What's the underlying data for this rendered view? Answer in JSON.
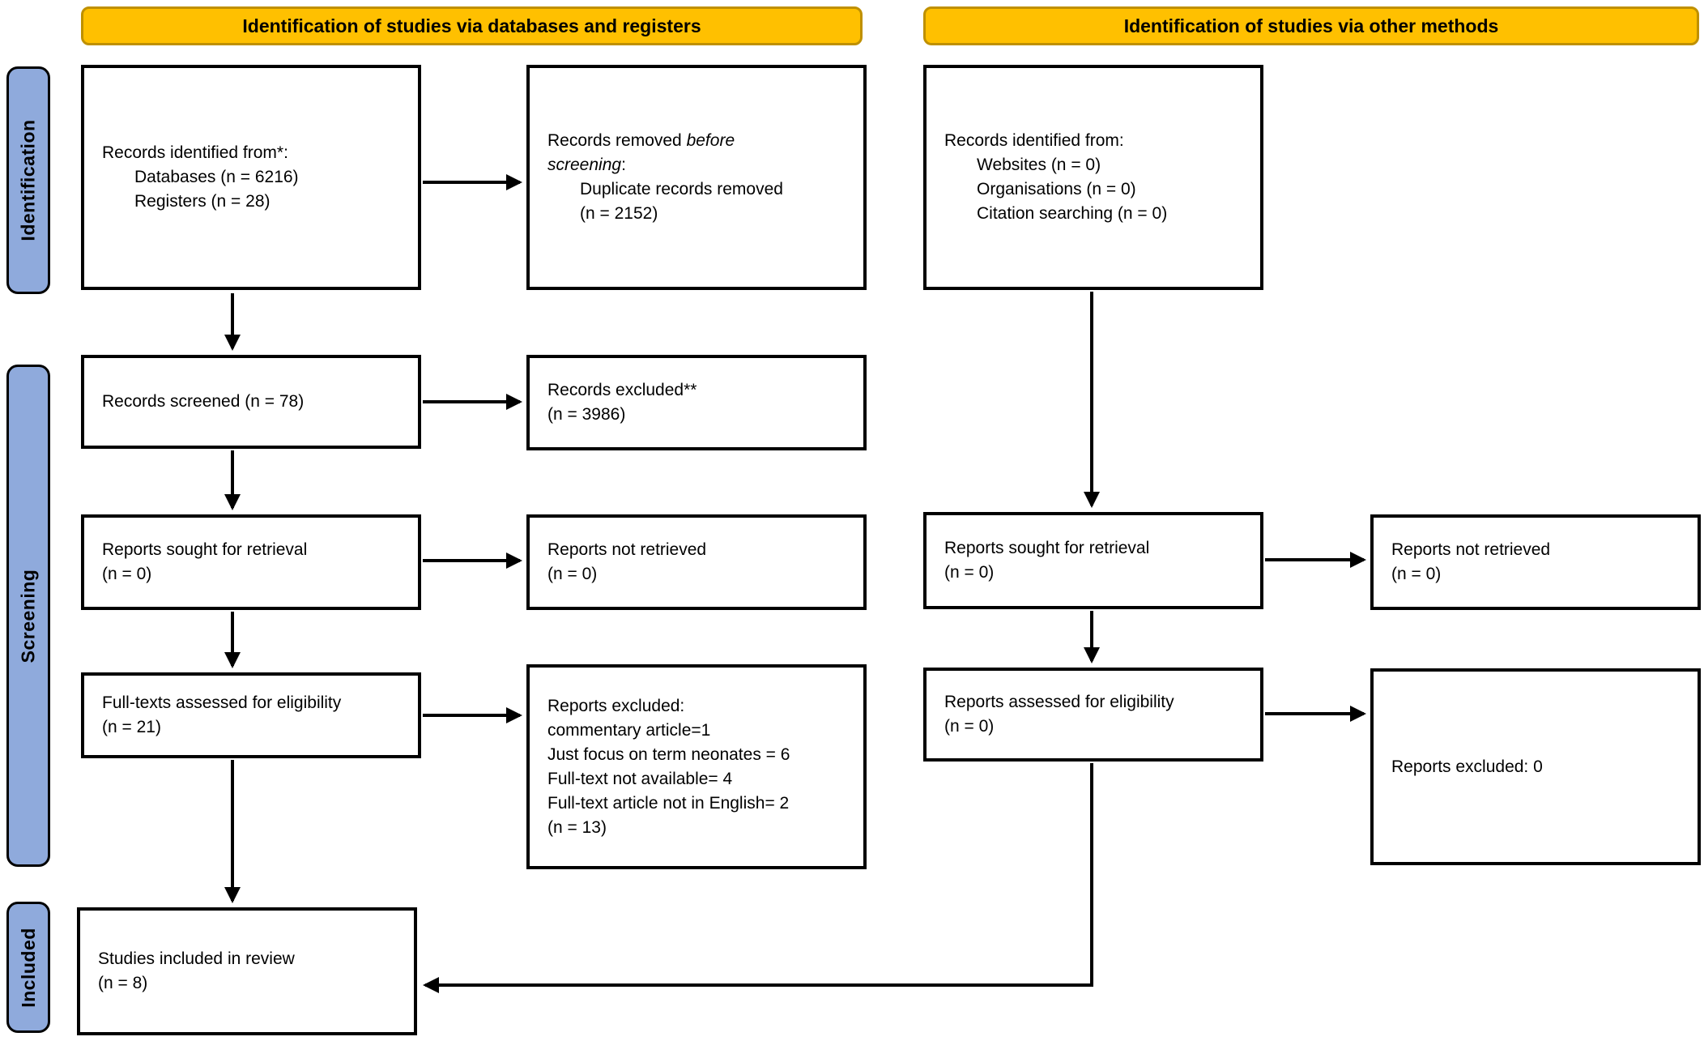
{
  "banners": {
    "left": "Identification of studies via databases and registers",
    "right": "Identification of studies via other methods"
  },
  "sidebar": {
    "identification": "Identification",
    "screening": "Screening",
    "included": "Included"
  },
  "boxes": {
    "records_identified_db": {
      "line1": "Records identified from*:",
      "line2": "Databases (n = 6216)",
      "line3": "Registers (n = 28)"
    },
    "records_removed": {
      "line1_pre": "Records removed ",
      "line1_italic": "before",
      "line2_italic": "screening",
      "line2_post": ":",
      "line3": "Duplicate records removed",
      "line4": "(n = 2152)"
    },
    "records_identified_other": {
      "line1": "Records identified from:",
      "line2": "Websites (n = 0)",
      "line3": "Organisations (n = 0)",
      "line4": "Citation searching (n = 0)"
    },
    "records_screened": {
      "line1": "Records screened (n = 78)"
    },
    "records_excluded": {
      "line1": "Records excluded**",
      "line2": "(n = 3986)"
    },
    "reports_sought_db": {
      "line1": "Reports sought for retrieval",
      "line2": "(n = 0)"
    },
    "reports_not_retrieved_db": {
      "line1": "Reports not retrieved",
      "line2": "(n = 0)"
    },
    "fulltexts_assessed": {
      "line1": "Full-texts assessed for eligibility",
      "line2": "(n = 21)"
    },
    "reports_excluded_reasons": {
      "line1": "Reports excluded:",
      "line2": "commentary article=1",
      "line3": "Just focus on term neonates = 6",
      "line4": "Full-text not available= 4",
      "line5": "Full-text article not in English= 2",
      "line6": "(n = 13)"
    },
    "reports_sought_other": {
      "line1": "Reports sought for retrieval",
      "line2": "(n = 0)"
    },
    "reports_not_retrieved_other": {
      "line1": "Reports not retrieved",
      "line2": "(n = 0)"
    },
    "reports_assessed_other": {
      "line1": "Reports assessed for eligibility",
      "line2": "(n = 0)"
    },
    "reports_excluded_other": {
      "line1": "Reports excluded: 0"
    },
    "studies_included": {
      "line1": "Studies included in review",
      "line2": "(n = 8)"
    }
  },
  "colors": {
    "banner": "#FFC000",
    "banner_border": "#BF9000",
    "sidebar": "#8FAADC",
    "box_border": "#000000"
  }
}
